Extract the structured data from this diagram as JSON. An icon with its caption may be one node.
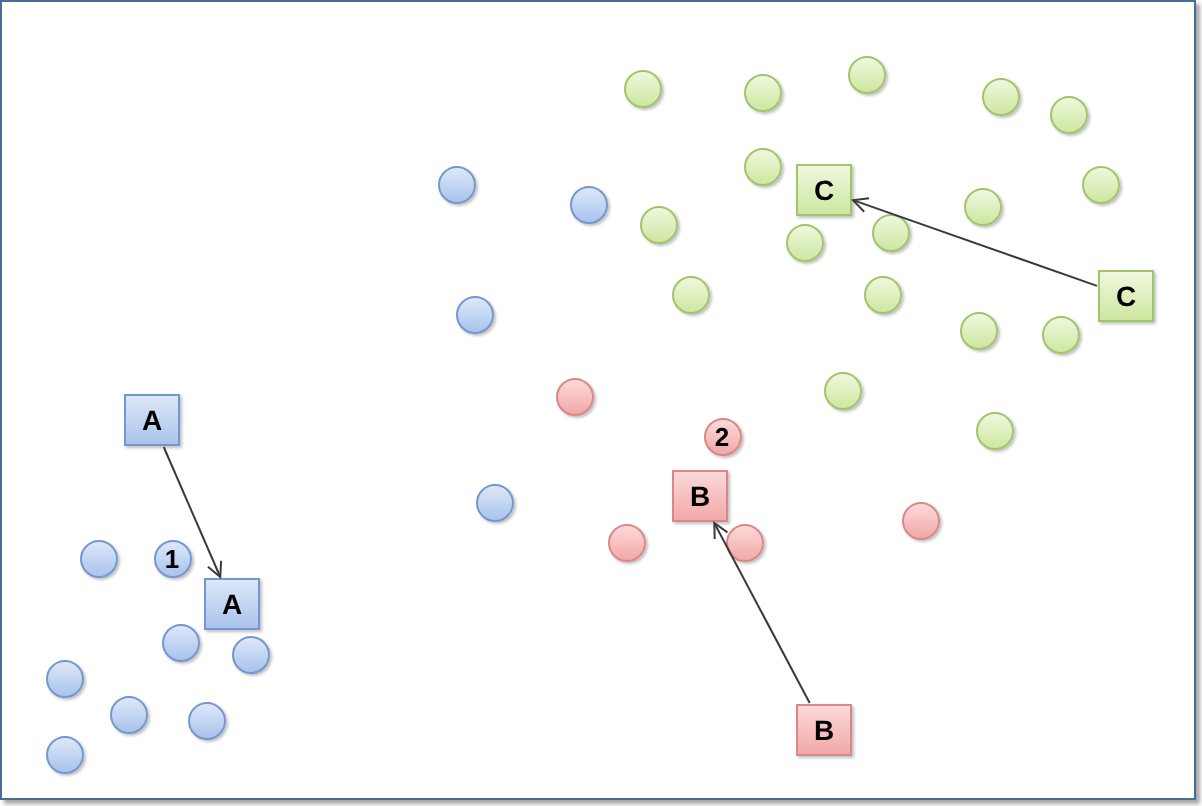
{
  "diagram": {
    "nodes": [
      {
        "text": [
          "C"
        ]
      },
      {
        "text": [
          "C"
        ]
      },
      {
        "text": [
          "A"
        ]
      },
      {
        "text": [
          "2"
        ]
      },
      {
        "text": [
          "B"
        ]
      },
      {
        "text": [
          "1"
        ]
      },
      {
        "text": [
          "A"
        ]
      },
      {
        "text": [
          "B"
        ]
      },
      {
        "text": [],
        "shape": "circle"
      },
      {
        "text": [],
        "shape": "circle"
      },
      {
        "text": [],
        "shape": "circle"
      },
      {
        "text": [],
        "shape": "circle"
      },
      {
        "text": [],
        "shape": "circle"
      },
      {
        "text": [],
        "shape": "circle"
      },
      {
        "text": [],
        "shape": "circle"
      },
      {
        "text": [],
        "shape": "circle"
      },
      {
        "text": [],
        "shape": "circle"
      },
      {
        "text": [],
        "shape": "circle"
      },
      {
        "text": [],
        "shape": "circle"
      },
      {
        "text": [],
        "shape": "circle"
      },
      {
        "text": [],
        "shape": "circle"
      },
      {
        "text": [],
        "shape": "circle"
      },
      {
        "text": [],
        "shape": "circle"
      },
      {
        "text": [],
        "shape": "circle"
      },
      {
        "text": [],
        "shape": "circle"
      },
      {
        "text": [],
        "shape": "circle"
      },
      {
        "text": [],
        "shape": "circle"
      },
      {
        "text": [],
        "shape": "circle"
      },
      {
        "text": [],
        "shape": "circle"
      },
      {
        "text": [],
        "shape": "circle"
      },
      {
        "text": [],
        "shape": "circle"
      },
      {
        "text": [],
        "shape": "circle"
      },
      {
        "text": [],
        "shape": "circle"
      },
      {
        "text": [],
        "shape": "circle"
      },
      {
        "text": [],
        "shape": "circle"
      },
      {
        "text": [],
        "shape": "circle"
      },
      {
        "text": [],
        "shape": "circle"
      },
      {
        "text": [],
        "shape": "circle"
      },
      {
        "text": [],
        "shape": "circle"
      },
      {
        "text": [],
        "shape": "circle"
      }
    ],
    "edges": [
      {
        "from": 1,
        "to": 0,
        "arrow": "to"
      },
      {
        "from": 2,
        "to": 6,
        "arrow": "to"
      },
      {
        "from": 7,
        "to": 4,
        "arrow": "to"
      }
    ]
  }
}
